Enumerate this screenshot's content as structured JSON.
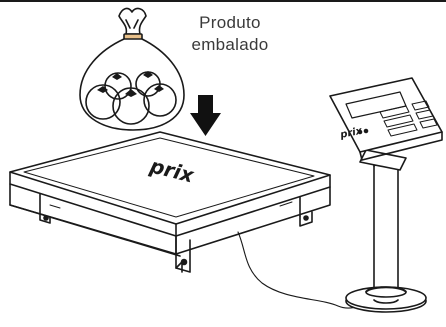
{
  "caption": {
    "line1": "Produto",
    "line2": "embalado"
  },
  "brand": {
    "platform_logo": "prix",
    "display_logo": "prix"
  },
  "colors": {
    "ink": "#1a1a1a",
    "text": "#3a3a3a",
    "background": "#ffffff"
  },
  "icons": {
    "arrow": "arrow-down-icon",
    "bag": "bag-of-tomatoes-icon"
  }
}
